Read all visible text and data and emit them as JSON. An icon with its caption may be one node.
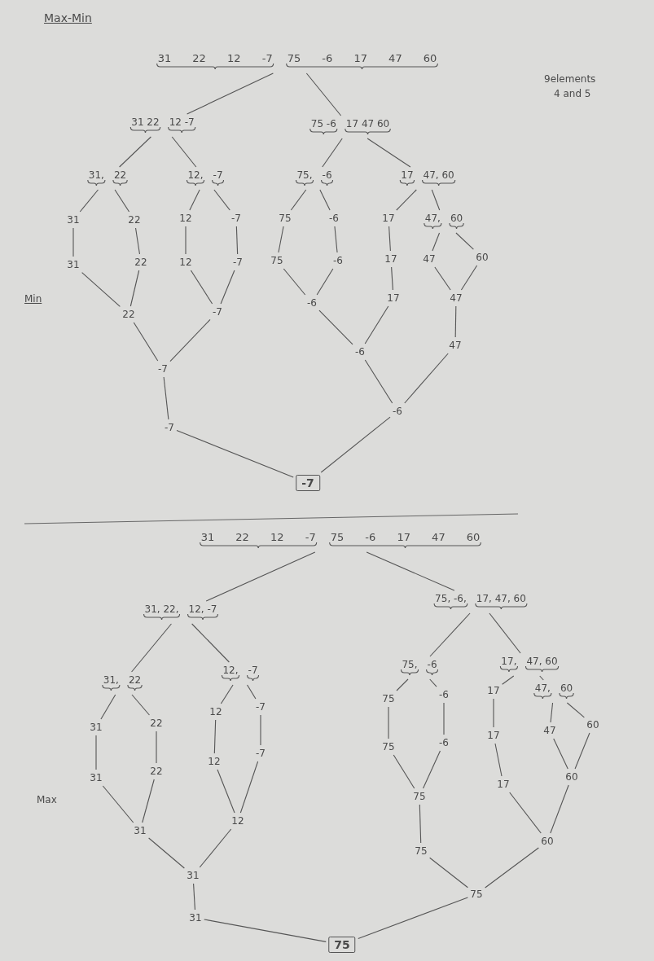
{
  "diagram": {
    "title": "Max-Min",
    "nodes": [
      {
        "text": [
          "31 22 12 -7",
          "75 -6 17 47 60"
        ]
      },
      {
        "text": [
          "31 22",
          "12 -7"
        ]
      },
      {
        "text": [
          "75 -6",
          "17 47 60"
        ]
      },
      {
        "text": [
          "31,",
          "22"
        ]
      },
      {
        "text": [
          "12,",
          "-7"
        ]
      },
      {
        "text": [
          "75,",
          "-6"
        ]
      },
      {
        "text": [
          "17",
          "47, 60"
        ]
      },
      {
        "text": [
          "31"
        ]
      },
      {
        "text": [
          "22"
        ]
      },
      {
        "text": [
          "12"
        ]
      },
      {
        "text": [
          "-7"
        ]
      },
      {
        "text": [
          "75"
        ]
      },
      {
        "text": [
          "-6"
        ]
      },
      {
        "text": [
          "17"
        ]
      },
      {
        "text": [
          "47,",
          "60"
        ]
      },
      {
        "text": [
          "31"
        ]
      },
      {
        "text": [
          "22"
        ]
      },
      {
        "text": [
          "12"
        ]
      },
      {
        "text": [
          "-7"
        ]
      },
      {
        "text": [
          "75"
        ]
      },
      {
        "text": [
          "-6"
        ]
      },
      {
        "text": [
          "17"
        ]
      },
      {
        "text": [
          "47"
        ]
      },
      {
        "text": [
          "60"
        ]
      },
      {
        "text": [
          "22"
        ]
      },
      {
        "text": [
          "-7"
        ]
      },
      {
        "text": [
          "-6"
        ]
      },
      {
        "text": [
          "17"
        ]
      },
      {
        "text": [
          "47"
        ]
      },
      {
        "text": [
          "-7"
        ]
      },
      {
        "text": [
          "-6"
        ]
      },
      {
        "text": [
          "47"
        ]
      },
      {
        "text": [
          "-7"
        ]
      },
      {
        "text": [
          "-6"
        ]
      },
      {
        "text": [
          "-7"
        ]
      },
      {
        "text": [
          "31 22 12 -7",
          "75 -6 17 47 60"
        ]
      },
      {
        "text": [
          "31, 22,",
          "12, -7"
        ]
      },
      {
        "text": [
          "75, -6,",
          "17, 47, 60"
        ]
      },
      {
        "text": [
          "31,",
          "22"
        ]
      },
      {
        "text": [
          "12,",
          "-7"
        ]
      },
      {
        "text": [
          "75,",
          "-6"
        ]
      },
      {
        "text": [
          "17,",
          "47, 60"
        ]
      },
      {
        "text": [
          "31"
        ]
      },
      {
        "text": [
          "22"
        ]
      },
      {
        "text": [
          "12"
        ]
      },
      {
        "text": [
          "-7"
        ]
      },
      {
        "text": [
          "75"
        ]
      },
      {
        "text": [
          "-6"
        ]
      },
      {
        "text": [
          "17"
        ]
      },
      {
        "text": [
          "47,",
          "60"
        ]
      },
      {
        "text": [
          "31"
        ]
      },
      {
        "text": [
          "22"
        ]
      },
      {
        "text": [
          "12"
        ]
      },
      {
        "text": [
          "-7"
        ]
      },
      {
        "text": [
          "75"
        ]
      },
      {
        "text": [
          "-6"
        ]
      },
      {
        "text": [
          "17"
        ]
      },
      {
        "text": [
          "47"
        ]
      },
      {
        "text": [
          "60"
        ]
      },
      {
        "text": [
          "31"
        ]
      },
      {
        "text": [
          "12"
        ]
      },
      {
        "text": [
          "75"
        ]
      },
      {
        "text": [
          "17"
        ]
      },
      {
        "text": [
          "60"
        ]
      },
      {
        "text": [
          "31"
        ]
      },
      {
        "text": [
          "75"
        ]
      },
      {
        "text": [
          "60"
        ]
      },
      {
        "text": [
          "31"
        ]
      },
      {
        "text": [
          "75"
        ]
      },
      {
        "text": [
          "75"
        ]
      }
    ],
    "edges": [
      {
        "from": 0,
        "to": 1,
        "arrow": "none"
      },
      {
        "from": 0,
        "to": 2,
        "arrow": "none"
      },
      {
        "from": 1,
        "to": 3,
        "arrow": "none"
      },
      {
        "from": 1,
        "to": 4,
        "arrow": "none"
      },
      {
        "from": 2,
        "to": 5,
        "arrow": "none"
      },
      {
        "from": 2,
        "to": 6,
        "arrow": "none"
      },
      {
        "from": 3,
        "to": 7,
        "arrow": "none"
      },
      {
        "from": 3,
        "to": 8,
        "arrow": "none"
      },
      {
        "from": 4,
        "to": 9,
        "arrow": "none"
      },
      {
        "from": 4,
        "to": 10,
        "arrow": "none"
      },
      {
        "from": 5,
        "to": 11,
        "arrow": "none"
      },
      {
        "from": 5,
        "to": 12,
        "arrow": "none"
      },
      {
        "from": 6,
        "to": 13,
        "arrow": "none"
      },
      {
        "from": 6,
        "to": 14,
        "arrow": "none"
      },
      {
        "from": 7,
        "to": 15,
        "arrow": "none"
      },
      {
        "from": 8,
        "to": 16,
        "arrow": "none"
      },
      {
        "from": 9,
        "to": 17,
        "arrow": "none"
      },
      {
        "from": 10,
        "to": 18,
        "arrow": "none"
      },
      {
        "from": 11,
        "to": 19,
        "arrow": "none"
      },
      {
        "from": 12,
        "to": 20,
        "arrow": "none"
      },
      {
        "from": 13,
        "to": 21,
        "arrow": "none"
      },
      {
        "from": 14,
        "to": 22,
        "arrow": "none"
      },
      {
        "from": 14,
        "to": 23,
        "arrow": "none"
      },
      {
        "from": 15,
        "to": 24,
        "arrow": "none"
      },
      {
        "from": 16,
        "to": 24,
        "arrow": "none"
      },
      {
        "from": 17,
        "to": 25,
        "arrow": "none"
      },
      {
        "from": 18,
        "to": 25,
        "arrow": "none"
      },
      {
        "from": 19,
        "to": 26,
        "arrow": "none"
      },
      {
        "from": 20,
        "to": 26,
        "arrow": "none"
      },
      {
        "from": 21,
        "to": 27,
        "arrow": "none"
      },
      {
        "from": 22,
        "to": 28,
        "arrow": "none"
      },
      {
        "from": 23,
        "to": 28,
        "arrow": "none"
      },
      {
        "from": 24,
        "to": 29,
        "arrow": "none"
      },
      {
        "from": 25,
        "to": 29,
        "arrow": "none"
      },
      {
        "from": 26,
        "to": 30,
        "arrow": "none"
      },
      {
        "from": 27,
        "to": 30,
        "arrow": "none"
      },
      {
        "from": 28,
        "to": 31,
        "arrow": "none"
      },
      {
        "from": 29,
        "to": 32,
        "arrow": "none"
      },
      {
        "from": 30,
        "to": 33,
        "arrow": "none"
      },
      {
        "from": 31,
        "to": 33,
        "arrow": "none"
      },
      {
        "from": 32,
        "to": 34,
        "arrow": "none"
      },
      {
        "from": 33,
        "to": 34,
        "arrow": "none"
      },
      {
        "from": 35,
        "to": 36,
        "arrow": "none"
      },
      {
        "from": 35,
        "to": 37,
        "arrow": "none"
      },
      {
        "from": 36,
        "to": 38,
        "arrow": "none"
      },
      {
        "from": 36,
        "to": 39,
        "arrow": "none"
      },
      {
        "from": 37,
        "to": 40,
        "arrow": "none"
      },
      {
        "from": 37,
        "to": 41,
        "arrow": "none"
      },
      {
        "from": 38,
        "to": 42,
        "arrow": "none"
      },
      {
        "from": 38,
        "to": 43,
        "arrow": "none"
      },
      {
        "from": 39,
        "to": 44,
        "arrow": "none"
      },
      {
        "from": 39,
        "to": 45,
        "arrow": "none"
      },
      {
        "from": 40,
        "to": 46,
        "arrow": "none"
      },
      {
        "from": 40,
        "to": 47,
        "arrow": "none"
      },
      {
        "from": 41,
        "to": 48,
        "arrow": "none"
      },
      {
        "from": 41,
        "to": 49,
        "arrow": "none"
      },
      {
        "from": 42,
        "to": 50,
        "arrow": "none"
      },
      {
        "from": 43,
        "to": 51,
        "arrow": "none"
      },
      {
        "from": 44,
        "to": 52,
        "arrow": "none"
      },
      {
        "from": 45,
        "to": 53,
        "arrow": "none"
      },
      {
        "from": 46,
        "to": 54,
        "arrow": "none"
      },
      {
        "from": 47,
        "to": 55,
        "arrow": "none"
      },
      {
        "from": 48,
        "to": 56,
        "arrow": "none"
      },
      {
        "from": 49,
        "to": 57,
        "arrow": "none"
      },
      {
        "from": 49,
        "to": 58,
        "arrow": "none"
      },
      {
        "from": 50,
        "to": 59,
        "arrow": "none"
      },
      {
        "from": 51,
        "to": 59,
        "arrow": "none"
      },
      {
        "from": 52,
        "to": 60,
        "arrow": "none"
      },
      {
        "from": 53,
        "to": 60,
        "arrow": "none"
      },
      {
        "from": 54,
        "to": 61,
        "arrow": "none"
      },
      {
        "from": 55,
        "to": 61,
        "arrow": "none"
      },
      {
        "from": 56,
        "to": 62,
        "arrow": "none"
      },
      {
        "from": 57,
        "to": 63,
        "arrow": "none"
      },
      {
        "from": 58,
        "to": 63,
        "arrow": "none"
      },
      {
        "from": 59,
        "to": 64,
        "arrow": "none"
      },
      {
        "from": 60,
        "to": 64,
        "arrow": "none"
      },
      {
        "from": 61,
        "to": 65,
        "arrow": "none"
      },
      {
        "from": 62,
        "to": 66,
        "arrow": "none"
      },
      {
        "from": 63,
        "to": 66,
        "arrow": "none"
      },
      {
        "from": 64,
        "to": 67,
        "arrow": "none"
      },
      {
        "from": 65,
        "to": 68,
        "arrow": "none"
      },
      {
        "from": 66,
        "to": 68,
        "arrow": "none"
      },
      {
        "from": 67,
        "to": 69,
        "arrow": "none"
      },
      {
        "from": 68,
        "to": 69,
        "arrow": "none"
      }
    ],
    "labels": [
      "9elements",
      "4 and 5",
      "Min",
      "Max"
    ]
  }
}
